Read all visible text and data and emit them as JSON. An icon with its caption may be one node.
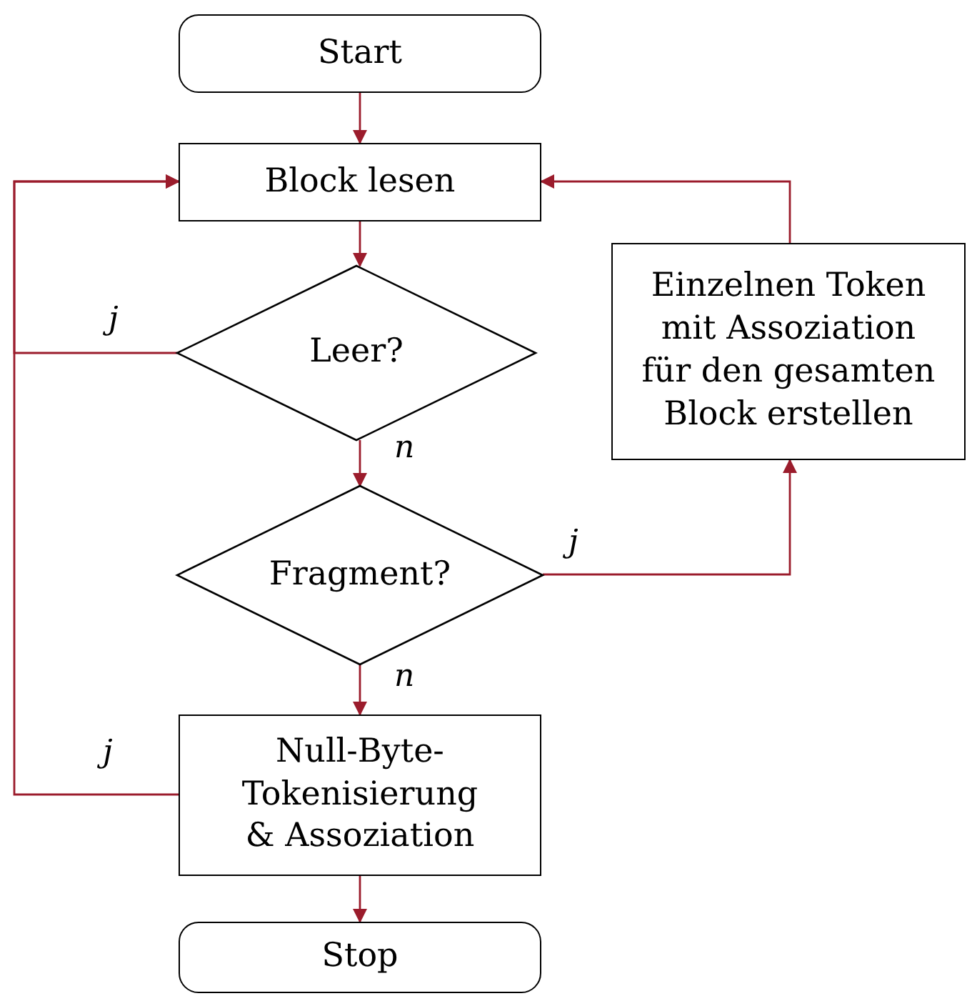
{
  "diagram": {
    "nodes": [
      {
        "text": [
          "Start"
        ]
      },
      {
        "text": [
          "Block lesen"
        ]
      },
      {
        "text": [
          "Leer?"
        ]
      },
      {
        "text": [
          "Fragment?"
        ]
      },
      {
        "text": [
          "Einzelnen Token mit Assoziation für den gesamten Block erstellen"
        ]
      },
      {
        "text": [
          "Null-Byte- Tokenisierung & Assoziation"
        ]
      },
      {
        "text": [
          "Stop"
        ]
      }
    ],
    "edges": [
      {
        "from": 0,
        "to": 1,
        "arrow": "to"
      },
      {
        "from": 1,
        "to": 2,
        "arrow": "to"
      },
      {
        "from": 2,
        "to": 1,
        "arrow": "to",
        "label": "j"
      },
      {
        "from": 2,
        "to": 3,
        "arrow": "to",
        "label": "n"
      },
      {
        "from": 3,
        "to": 4,
        "arrow": "to",
        "label": "j"
      },
      {
        "from": 3,
        "to": 5,
        "arrow": "to",
        "label": "n"
      },
      {
        "from": 5,
        "to": 1,
        "arrow": "to",
        "label": "j"
      },
      {
        "from": 4,
        "to": 1,
        "arrow": "to"
      },
      {
        "from": 5,
        "to": 6,
        "arrow": "to"
      }
    ]
  }
}
